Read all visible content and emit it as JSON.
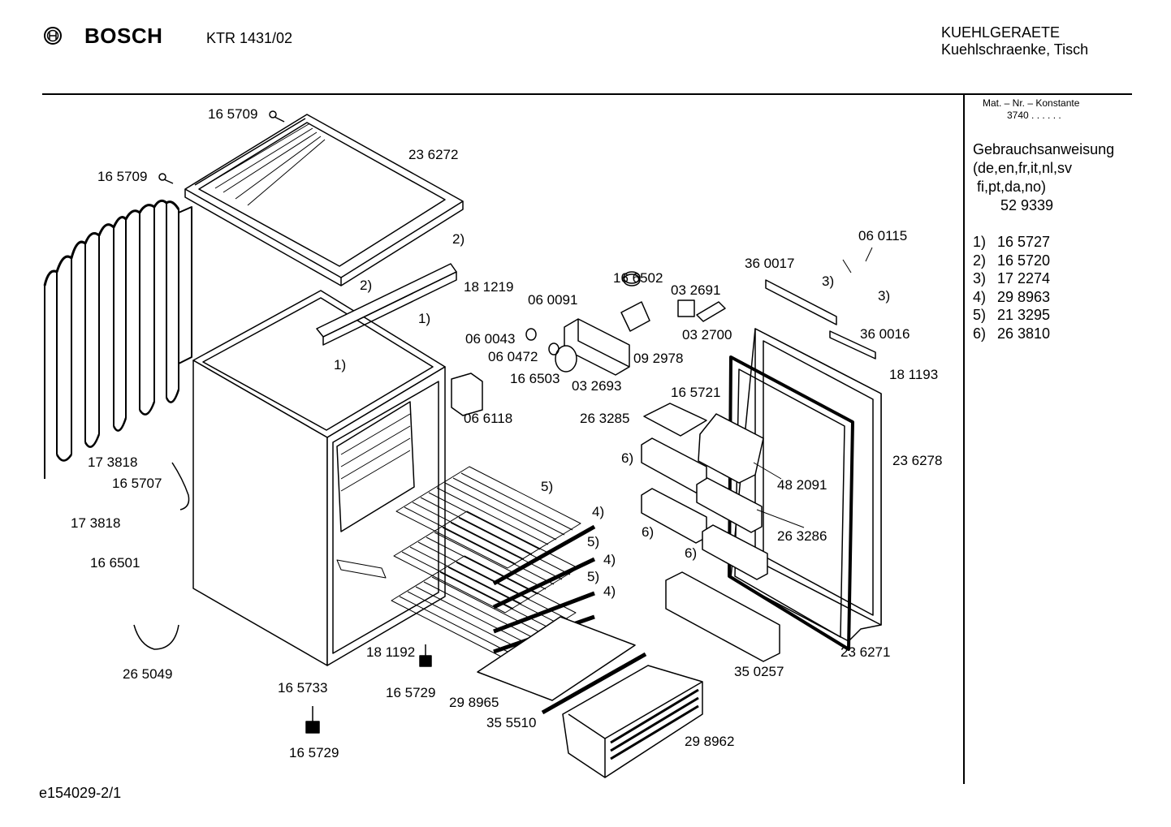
{
  "header": {
    "brand": "BOSCH",
    "model": "KTR 1431/02",
    "category_line1": "KUEHLGERAETE",
    "category_line2": "Kuehlschraenke, Tisch"
  },
  "side_panel": {
    "mat_title": "Mat. – Nr. – Konstante",
    "mat_value": "3740  .  .  .  .  .  .",
    "manual_lines": [
      "Gebrauchsanweisung",
      "(de,en,fr,it,nl,sv",
      " fi,pt,da,no)",
      "52 9339"
    ],
    "notes": [
      {
        "key": "1)",
        "part": "16 5727"
      },
      {
        "key": "2)",
        "part": "16 5720"
      },
      {
        "key": "3)",
        "part": "17 2274"
      },
      {
        "key": "4)",
        "part": "29 8963"
      },
      {
        "key": "5)",
        "part": "21 3295"
      },
      {
        "key": "6)",
        "part": "26 3810"
      }
    ]
  },
  "footer": {
    "drawing_id": "e154029-2/1"
  },
  "labels": {
    "p165709a": "16 5709",
    "p165709b": "16 5709",
    "p236272": "23 6272",
    "n2a": "2)",
    "n2b": "2)",
    "p181219": "18 1219",
    "n1a": "1)",
    "n1b": "1)",
    "p173818a": "17 3818",
    "p165707": "16 5707",
    "p173818b": "17 3818",
    "p166501": "16 6501",
    "p265049": "26 5049",
    "p165733": "16 5733",
    "p165729a": "16 5729",
    "p181192": "18 1192",
    "p165729b": "16 5729",
    "p298965": "29 8965",
    "p355510": "35 5510",
    "p298962": "29 8962",
    "p166502": "16 6502",
    "p060091": "06 0091",
    "p032691": "03 2691",
    "p060043": "06 0043",
    "p060472": "06 0472",
    "p166503": "16 6503",
    "p032693": "03 2693",
    "p092978": "09 2978",
    "p032700": "03 2700",
    "p066118": "06 6118",
    "p060115": "06 0115",
    "p360017": "36 0017",
    "n3a": "3)",
    "n3b": "3)",
    "p360016": "36 0016",
    "p181193": "18 1193",
    "p165721": "16 5721",
    "p263285": "26 3285",
    "p236278": "23 6278",
    "n6a": "6)",
    "p482091": "48 2091",
    "n5a": "5)",
    "n4a": "4)",
    "n5b": "5)",
    "n4b": "4)",
    "n5c": "5)",
    "n4c": "4)",
    "n6b": "6)",
    "p263286": "26 3286",
    "n6c": "6)",
    "p236271": "23 6271",
    "p350257": "35 0257"
  }
}
